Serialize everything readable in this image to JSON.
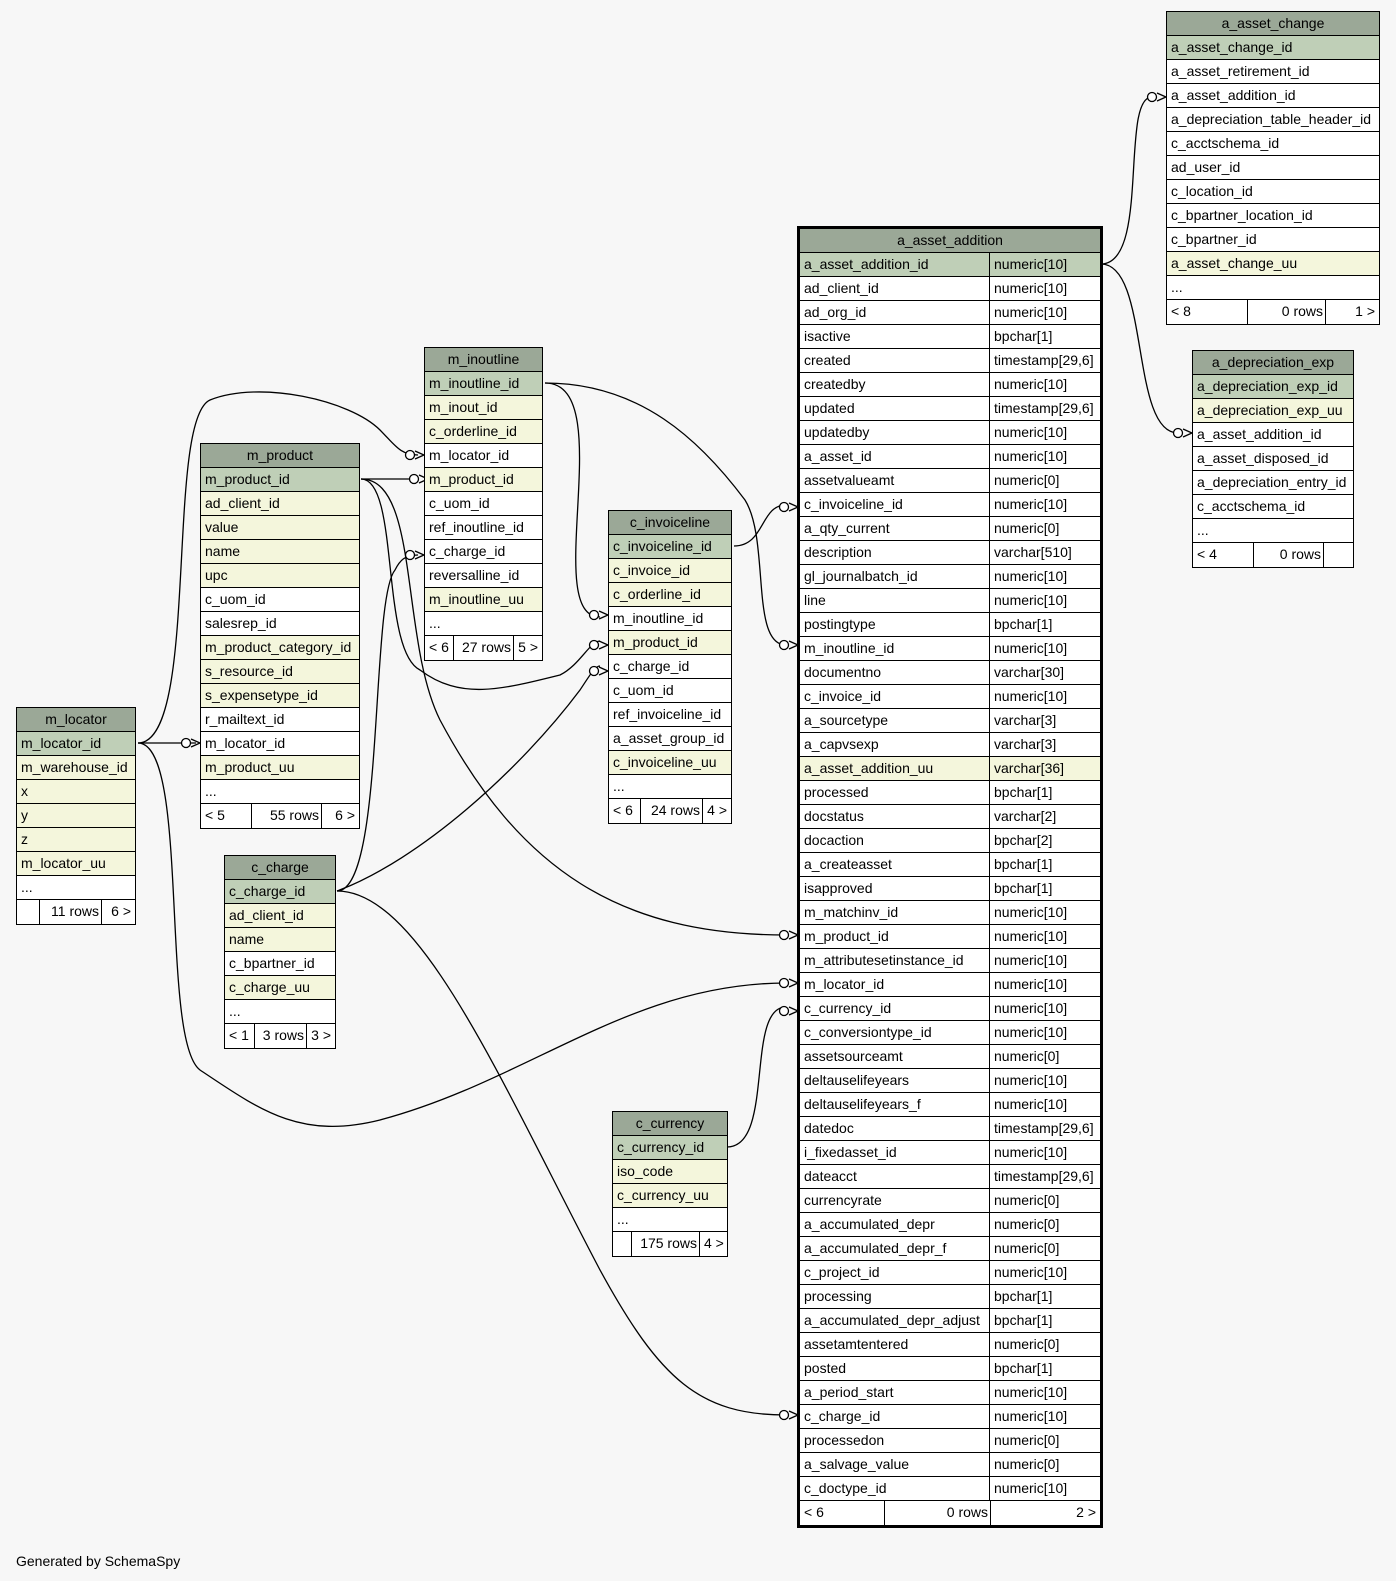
{
  "footer_text": "Generated by SchemaSpy",
  "tables": {
    "a_asset_change": {
      "name": "a_asset_change",
      "columns": [
        {
          "name": "a_asset_change_id",
          "key": "pk"
        },
        {
          "name": "a_asset_retirement_id",
          "key": ""
        },
        {
          "name": "a_asset_addition_id",
          "key": ""
        },
        {
          "name": "a_depreciation_table_header_id",
          "key": ""
        },
        {
          "name": "c_acctschema_id",
          "key": ""
        },
        {
          "name": "ad_user_id",
          "key": ""
        },
        {
          "name": "c_location_id",
          "key": ""
        },
        {
          "name": "c_bpartner_location_id",
          "key": ""
        },
        {
          "name": "c_bpartner_id",
          "key": ""
        },
        {
          "name": "a_asset_change_uu",
          "key": "fk"
        },
        {
          "name": "...",
          "key": ""
        }
      ],
      "footer": [
        "< 8",
        "0 rows",
        "1 >"
      ]
    },
    "a_depreciation_exp": {
      "name": "a_depreciation_exp",
      "columns": [
        {
          "name": "a_depreciation_exp_id",
          "key": "pk"
        },
        {
          "name": "a_depreciation_exp_uu",
          "key": "fk"
        },
        {
          "name": "a_asset_addition_id",
          "key": ""
        },
        {
          "name": "a_asset_disposed_id",
          "key": ""
        },
        {
          "name": "a_depreciation_entry_id",
          "key": ""
        },
        {
          "name": "c_acctschema_id",
          "key": ""
        },
        {
          "name": "...",
          "key": ""
        }
      ],
      "footer": [
        "< 4",
        "0 rows",
        ""
      ]
    },
    "m_inoutline": {
      "name": "m_inoutline",
      "columns": [
        {
          "name": "m_inoutline_id",
          "key": "pk"
        },
        {
          "name": "m_inout_id",
          "key": "fk"
        },
        {
          "name": "c_orderline_id",
          "key": "fk"
        },
        {
          "name": "m_locator_id",
          "key": ""
        },
        {
          "name": "m_product_id",
          "key": "fk"
        },
        {
          "name": "c_uom_id",
          "key": ""
        },
        {
          "name": "ref_inoutline_id",
          "key": ""
        },
        {
          "name": "c_charge_id",
          "key": ""
        },
        {
          "name": "reversalline_id",
          "key": ""
        },
        {
          "name": "m_inoutline_uu",
          "key": "fk"
        },
        {
          "name": "...",
          "key": ""
        }
      ],
      "footer": [
        "< 6",
        "27 rows",
        "5 >"
      ]
    },
    "m_product": {
      "name": "m_product",
      "columns": [
        {
          "name": "m_product_id",
          "key": "pk"
        },
        {
          "name": "ad_client_id",
          "key": "fk"
        },
        {
          "name": "value",
          "key": "fk"
        },
        {
          "name": "name",
          "key": "fk"
        },
        {
          "name": "upc",
          "key": "fk"
        },
        {
          "name": "c_uom_id",
          "key": ""
        },
        {
          "name": "salesrep_id",
          "key": ""
        },
        {
          "name": "m_product_category_id",
          "key": "fk"
        },
        {
          "name": "s_resource_id",
          "key": "fk"
        },
        {
          "name": "s_expensetype_id",
          "key": "fk"
        },
        {
          "name": "r_mailtext_id",
          "key": ""
        },
        {
          "name": "m_locator_id",
          "key": ""
        },
        {
          "name": "m_product_uu",
          "key": "fk"
        },
        {
          "name": "...",
          "key": ""
        }
      ],
      "footer": [
        "< 5",
        "55 rows",
        "6 >"
      ]
    },
    "c_invoiceline": {
      "name": "c_invoiceline",
      "columns": [
        {
          "name": "c_invoiceline_id",
          "key": "pk"
        },
        {
          "name": "c_invoice_id",
          "key": "fk"
        },
        {
          "name": "c_orderline_id",
          "key": "fk"
        },
        {
          "name": "m_inoutline_id",
          "key": ""
        },
        {
          "name": "m_product_id",
          "key": "fk"
        },
        {
          "name": "c_charge_id",
          "key": ""
        },
        {
          "name": "c_uom_id",
          "key": ""
        },
        {
          "name": "ref_invoiceline_id",
          "key": ""
        },
        {
          "name": "a_asset_group_id",
          "key": ""
        },
        {
          "name": "c_invoiceline_uu",
          "key": "fk"
        },
        {
          "name": "...",
          "key": ""
        }
      ],
      "footer": [
        "< 6",
        "24 rows",
        "4 >"
      ]
    },
    "m_locator": {
      "name": "m_locator",
      "columns": [
        {
          "name": "m_locator_id",
          "key": "pk"
        },
        {
          "name": "m_warehouse_id",
          "key": "fk"
        },
        {
          "name": "x",
          "key": "fk"
        },
        {
          "name": "y",
          "key": "fk"
        },
        {
          "name": "z",
          "key": "fk"
        },
        {
          "name": "m_locator_uu",
          "key": "fk"
        },
        {
          "name": "...",
          "key": ""
        }
      ],
      "footer": [
        "",
        "11 rows",
        "6 >"
      ]
    },
    "c_charge": {
      "name": "c_charge",
      "columns": [
        {
          "name": "c_charge_id",
          "key": "pk"
        },
        {
          "name": "ad_client_id",
          "key": "fk"
        },
        {
          "name": "name",
          "key": "fk"
        },
        {
          "name": "c_bpartner_id",
          "key": ""
        },
        {
          "name": "c_charge_uu",
          "key": "fk"
        },
        {
          "name": "...",
          "key": ""
        }
      ],
      "footer": [
        "< 1",
        "3 rows",
        "3 >"
      ]
    },
    "c_currency": {
      "name": "c_currency",
      "columns": [
        {
          "name": "c_currency_id",
          "key": "pk"
        },
        {
          "name": "iso_code",
          "key": "fk"
        },
        {
          "name": "c_currency_uu",
          "key": "fk"
        },
        {
          "name": "...",
          "key": ""
        }
      ],
      "footer": [
        "",
        "175 rows",
        "4 >"
      ]
    },
    "a_asset_addition": {
      "name": "a_asset_addition",
      "columns": [
        {
          "name": "a_asset_addition_id",
          "type": "numeric[10]",
          "key": "pk"
        },
        {
          "name": "ad_client_id",
          "type": "numeric[10]",
          "key": ""
        },
        {
          "name": "ad_org_id",
          "type": "numeric[10]",
          "key": ""
        },
        {
          "name": "isactive",
          "type": "bpchar[1]",
          "key": ""
        },
        {
          "name": "created",
          "type": "timestamp[29,6]",
          "key": ""
        },
        {
          "name": "createdby",
          "type": "numeric[10]",
          "key": ""
        },
        {
          "name": "updated",
          "type": "timestamp[29,6]",
          "key": ""
        },
        {
          "name": "updatedby",
          "type": "numeric[10]",
          "key": ""
        },
        {
          "name": "a_asset_id",
          "type": "numeric[10]",
          "key": ""
        },
        {
          "name": "assetvalueamt",
          "type": "numeric[0]",
          "key": ""
        },
        {
          "name": "c_invoiceline_id",
          "type": "numeric[10]",
          "key": ""
        },
        {
          "name": "a_qty_current",
          "type": "numeric[0]",
          "key": ""
        },
        {
          "name": "description",
          "type": "varchar[510]",
          "key": ""
        },
        {
          "name": "gl_journalbatch_id",
          "type": "numeric[10]",
          "key": ""
        },
        {
          "name": "line",
          "type": "numeric[10]",
          "key": ""
        },
        {
          "name": "postingtype",
          "type": "bpchar[1]",
          "key": ""
        },
        {
          "name": "m_inoutline_id",
          "type": "numeric[10]",
          "key": ""
        },
        {
          "name": "documentno",
          "type": "varchar[30]",
          "key": ""
        },
        {
          "name": "c_invoice_id",
          "type": "numeric[10]",
          "key": ""
        },
        {
          "name": "a_sourcetype",
          "type": "varchar[3]",
          "key": ""
        },
        {
          "name": "a_capvsexp",
          "type": "varchar[3]",
          "key": ""
        },
        {
          "name": "a_asset_addition_uu",
          "type": "varchar[36]",
          "key": "fk"
        },
        {
          "name": "processed",
          "type": "bpchar[1]",
          "key": ""
        },
        {
          "name": "docstatus",
          "type": "varchar[2]",
          "key": ""
        },
        {
          "name": "docaction",
          "type": "bpchar[2]",
          "key": ""
        },
        {
          "name": "a_createasset",
          "type": "bpchar[1]",
          "key": ""
        },
        {
          "name": "isapproved",
          "type": "bpchar[1]",
          "key": ""
        },
        {
          "name": "m_matchinv_id",
          "type": "numeric[10]",
          "key": ""
        },
        {
          "name": "m_product_id",
          "type": "numeric[10]",
          "key": ""
        },
        {
          "name": "m_attributesetinstance_id",
          "type": "numeric[10]",
          "key": ""
        },
        {
          "name": "m_locator_id",
          "type": "numeric[10]",
          "key": ""
        },
        {
          "name": "c_currency_id",
          "type": "numeric[10]",
          "key": ""
        },
        {
          "name": "c_conversiontype_id",
          "type": "numeric[10]",
          "key": ""
        },
        {
          "name": "assetsourceamt",
          "type": "numeric[0]",
          "key": ""
        },
        {
          "name": "deltauselifeyears",
          "type": "numeric[10]",
          "key": ""
        },
        {
          "name": "deltauselifeyears_f",
          "type": "numeric[10]",
          "key": ""
        },
        {
          "name": "datedoc",
          "type": "timestamp[29,6]",
          "key": ""
        },
        {
          "name": "i_fixedasset_id",
          "type": "numeric[10]",
          "key": ""
        },
        {
          "name": "dateacct",
          "type": "timestamp[29,6]",
          "key": ""
        },
        {
          "name": "currencyrate",
          "type": "numeric[0]",
          "key": ""
        },
        {
          "name": "a_accumulated_depr",
          "type": "numeric[0]",
          "key": ""
        },
        {
          "name": "a_accumulated_depr_f",
          "type": "numeric[0]",
          "key": ""
        },
        {
          "name": "c_project_id",
          "type": "numeric[10]",
          "key": ""
        },
        {
          "name": "processing",
          "type": "bpchar[1]",
          "key": ""
        },
        {
          "name": "a_accumulated_depr_adjust",
          "type": "bpchar[1]",
          "key": ""
        },
        {
          "name": "assetamtentered",
          "type": "numeric[0]",
          "key": ""
        },
        {
          "name": "posted",
          "type": "bpchar[1]",
          "key": ""
        },
        {
          "name": "a_period_start",
          "type": "numeric[10]",
          "key": ""
        },
        {
          "name": "c_charge_id",
          "type": "numeric[10]",
          "key": ""
        },
        {
          "name": "processedon",
          "type": "numeric[0]",
          "key": ""
        },
        {
          "name": "a_salvage_value",
          "type": "numeric[0]",
          "key": ""
        },
        {
          "name": "c_doctype_id",
          "type": "numeric[10]",
          "key": ""
        }
      ],
      "footer": [
        "< 6",
        "0 rows",
        "2 >"
      ]
    }
  },
  "relationships": [
    {
      "from": "a_asset_addition.a_asset_addition_id",
      "to": "a_asset_change.a_asset_addition_id"
    },
    {
      "from": "a_asset_addition.a_asset_addition_id",
      "to": "a_depreciation_exp.a_asset_addition_id"
    },
    {
      "from": "c_invoiceline.c_invoiceline_id",
      "to": "a_asset_addition.c_invoiceline_id"
    },
    {
      "from": "m_inoutline.m_inoutline_id",
      "to": "a_asset_addition.m_inoutline_id"
    },
    {
      "from": "m_inoutline.m_inoutline_id",
      "to": "c_invoiceline.m_inoutline_id"
    },
    {
      "from": "m_product.m_product_id",
      "to": "m_inoutline.m_product_id"
    },
    {
      "from": "m_product.m_product_id",
      "to": "c_invoiceline.m_product_id"
    },
    {
      "from": "m_product.m_product_id",
      "to": "a_asset_addition.m_product_id"
    },
    {
      "from": "m_locator.m_locator_id",
      "to": "m_product.m_locator_id"
    },
    {
      "from": "m_locator.m_locator_id",
      "to": "m_inoutline.m_locator_id"
    },
    {
      "from": "m_locator.m_locator_id",
      "to": "a_asset_addition.m_locator_id"
    },
    {
      "from": "c_charge.c_charge_id",
      "to": "m_inoutline.c_charge_id"
    },
    {
      "from": "c_charge.c_charge_id",
      "to": "c_invoiceline.c_charge_id"
    },
    {
      "from": "c_charge.c_charge_id",
      "to": "a_asset_addition.c_charge_id"
    },
    {
      "from": "c_currency.c_currency_id",
      "to": "a_asset_addition.c_currency_id"
    }
  ]
}
